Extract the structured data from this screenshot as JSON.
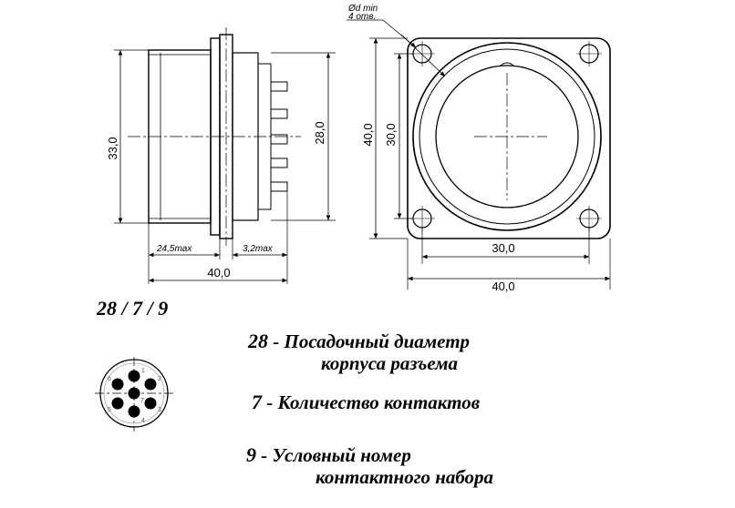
{
  "dimensions": {
    "side_height": "33,0",
    "side_flange": "28,0",
    "side_body_len": "24,5max",
    "side_pin_len": "3,2max",
    "side_total": "40,0",
    "front_height_outer": "40,0",
    "front_height_inner": "30,0",
    "front_hole_spacing": "30,0",
    "front_width": "40,0",
    "hole_note_line1": "Ød min",
    "hole_note_line2": "4 отв."
  },
  "legend": {
    "code": "28 / 7 / 9",
    "items": [
      {
        "num": "28",
        "sep": "-",
        "line1": "Посадочный диаметр",
        "line2": "корпуса разъема"
      },
      {
        "num": "7",
        "sep": "-",
        "line1": "Количество контактов",
        "line2": ""
      },
      {
        "num": "9",
        "sep": "-",
        "line1": "Условный номер",
        "line2": "контактного набора"
      }
    ]
  },
  "pinout": {
    "pins": [
      "1",
      "2",
      "3",
      "4",
      "5",
      "6",
      "7"
    ]
  }
}
